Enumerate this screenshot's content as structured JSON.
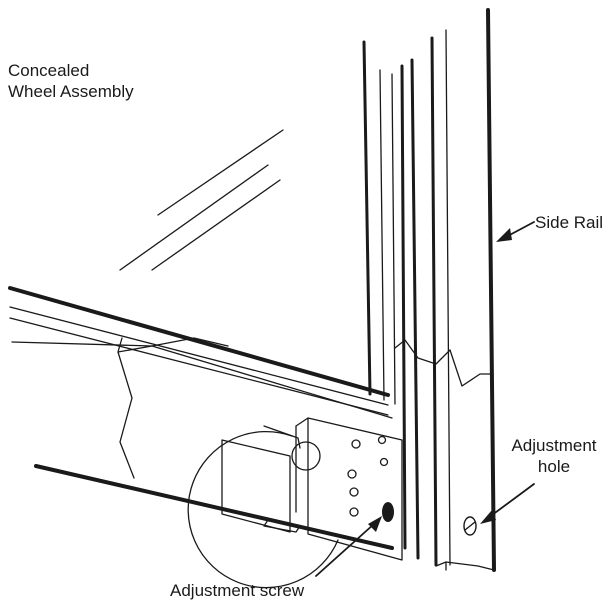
{
  "labels": {
    "title_line1": "Concealed",
    "title_line2": "Wheel Assembly",
    "side_rail": "Side Rail",
    "adjustment_hole_line1": "Adjustment",
    "adjustment_hole_line2": "hole",
    "adjustment_screw": "Adjustment screw"
  },
  "colors": {
    "ink": "#1a1a1a",
    "background": "#ffffff"
  }
}
